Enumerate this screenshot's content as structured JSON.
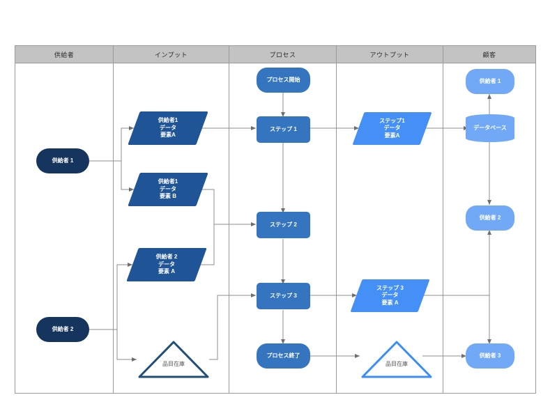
{
  "diagram": {
    "type": "sipoc-swimlane-flowchart",
    "lanes": [
      {
        "id": "supplier",
        "label": "供給者"
      },
      {
        "id": "input",
        "label": "インプット"
      },
      {
        "id": "process",
        "label": "プロセス"
      },
      {
        "id": "output",
        "label": "アウトプット"
      },
      {
        "id": "customer",
        "label": "顧客"
      }
    ],
    "colors": {
      "lane_header_bg": "#c3c3c3",
      "lane_border": "#9a9a9a",
      "supplier_dark": "#16355e",
      "input_parallelogram": "#1f5597",
      "process_blue": "#3575c0",
      "output_parallelogram": "#4590f6",
      "customer_light": "#72a9f7",
      "connector": "#8c8c8c",
      "triangle_dark_stroke": "#1f4e79",
      "triangle_light_stroke": "#3a8ef6"
    },
    "nodes": {
      "supplier_1": {
        "label": "供給者 1",
        "shape": "terminator"
      },
      "supplier_2": {
        "label": "供給者 2",
        "shape": "terminator"
      },
      "input_s1_a": {
        "lines": [
          "供給者1",
          "データ",
          "要素A"
        ],
        "shape": "parallelogram"
      },
      "input_s1_b": {
        "lines": [
          "供給者1",
          "データ",
          "要素 B"
        ],
        "shape": "parallelogram"
      },
      "input_s2_a": {
        "lines": [
          "供給者 2",
          "データ",
          "要素 A"
        ],
        "shape": "parallelogram"
      },
      "input_inventory": {
        "label": "品目在庫",
        "shape": "triangle"
      },
      "process_start": {
        "label": "プロセス開始",
        "shape": "terminator"
      },
      "step_1": {
        "label": "ステップ 1",
        "shape": "process"
      },
      "step_2": {
        "label": "ステップ 2",
        "shape": "process"
      },
      "step_3": {
        "label": "ステップ 3",
        "shape": "process"
      },
      "process_end": {
        "label": "プロセス終了",
        "shape": "terminator"
      },
      "output_step1_a": {
        "lines": [
          "ステップ1",
          "データ",
          "要素A"
        ],
        "shape": "parallelogram"
      },
      "output_step3_a": {
        "lines": [
          "ステップ 3",
          "データ",
          "要素 A"
        ],
        "shape": "parallelogram"
      },
      "output_inventory": {
        "label": "品目在庫",
        "shape": "triangle"
      },
      "customer_1": {
        "label": "供給者 1",
        "shape": "terminator"
      },
      "customer_database": {
        "label": "データベース",
        "shape": "cylinder"
      },
      "customer_2": {
        "label": "供給者 2",
        "shape": "terminator"
      },
      "customer_3": {
        "label": "供給者 3",
        "shape": "terminator"
      }
    }
  }
}
